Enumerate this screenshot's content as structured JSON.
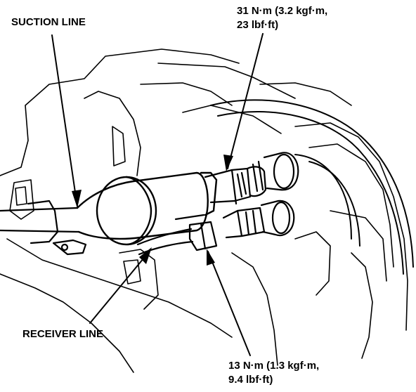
{
  "labels": {
    "suction_line": "SUCTION LINE",
    "receiver_line": "RECEIVER LINE",
    "torque_top": {
      "line1": "31 N·m (3.2 kgf·m,",
      "line2": "23 lbf·ft)"
    },
    "torque_bottom": {
      "line1": "13 N·m (1.3 kgf·m,",
      "line2": "9.4 lbf·ft)"
    }
  },
  "colors": {
    "ink": "#000000",
    "paper": "#ffffff"
  }
}
